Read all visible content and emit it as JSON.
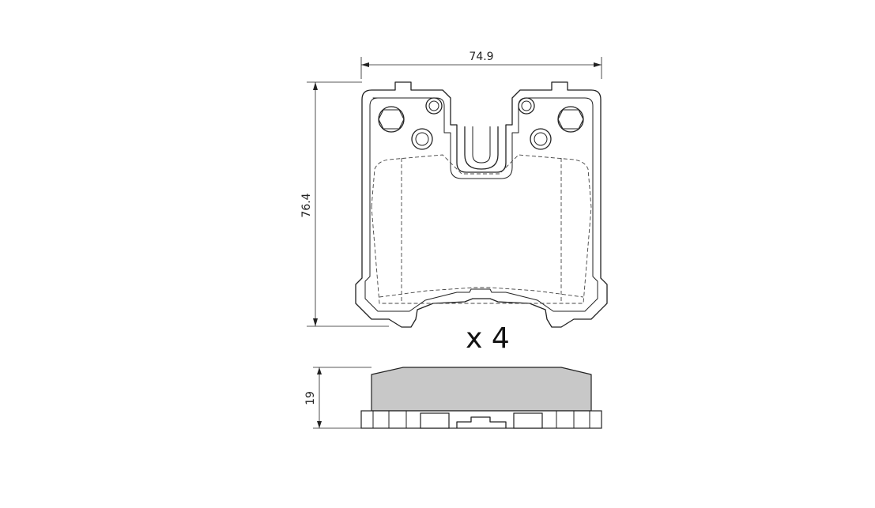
{
  "dimensions": {
    "width_label": "74.9",
    "height_label": "76.4",
    "thickness_label": "19"
  },
  "quantity_label": "x 4",
  "colors": {
    "friction_material": "#c8c8c8",
    "line": "#222222",
    "background": "#ffffff"
  }
}
